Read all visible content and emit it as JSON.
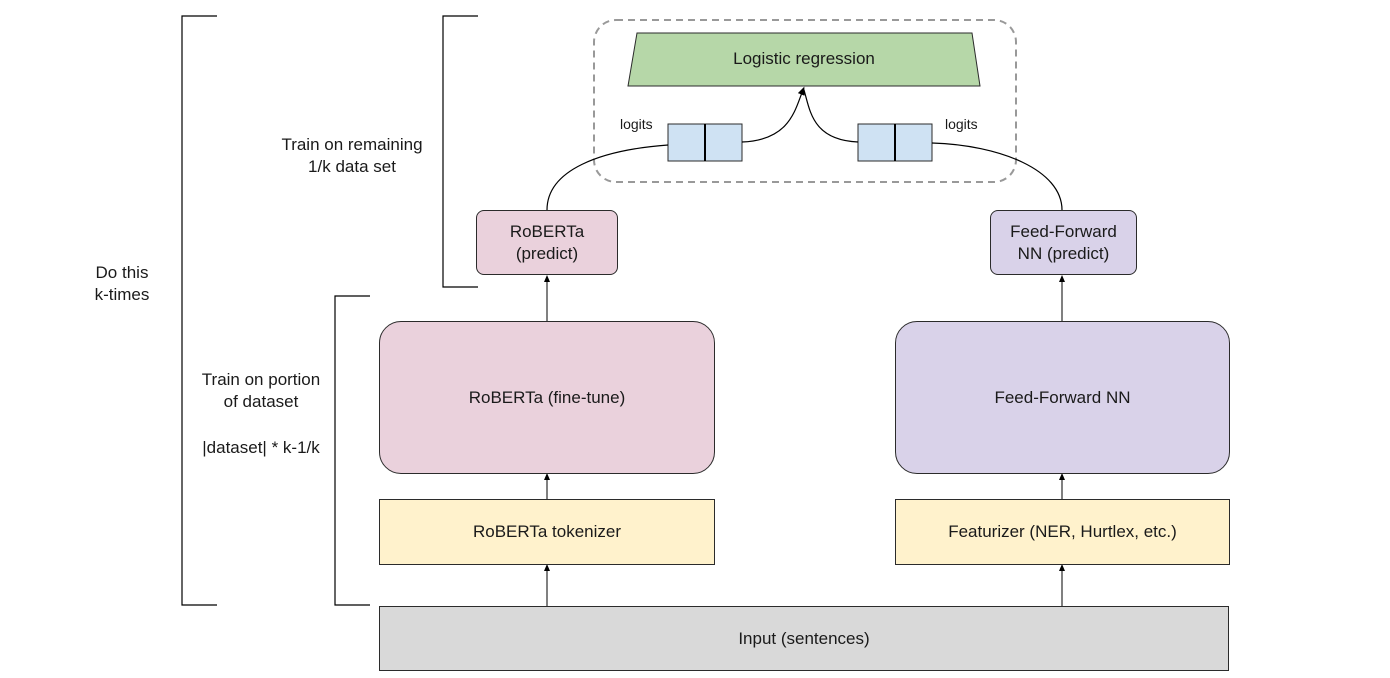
{
  "labels": {
    "do_this_line1": "Do this",
    "do_this_line2": "k-times",
    "train_remaining_line1": "Train on remaining",
    "train_remaining_line2": "1/k data set",
    "train_portion_line1": "Train on portion",
    "train_portion_line2": "of dataset",
    "dataset_formula": "|dataset| * k-1/k",
    "logits_left": "logits",
    "logits_right": "logits"
  },
  "nodes": {
    "logistic_regression": "Logistic regression",
    "roberta_predict_line1": "RoBERTa",
    "roberta_predict_line2": "(predict)",
    "ffnn_predict_line1": "Feed-Forward",
    "ffnn_predict_line2": "NN (predict)",
    "roberta_finetune": "RoBERTa (fine-tune)",
    "ffnn": "Feed-Forward NN",
    "roberta_tokenizer": "RoBERTa tokenizer",
    "featurizer": "Featurizer (NER, Hurtlex, etc.)",
    "input": "Input (sentences)"
  },
  "colors": {
    "roberta": "#ead1dc",
    "ffnn": "#d9d2e9",
    "preprocess": "#fff2cc",
    "input": "#d9d9d9",
    "logistic": "#b6d7a8",
    "logits": "#cfe2f3",
    "dashed": "#999999"
  }
}
